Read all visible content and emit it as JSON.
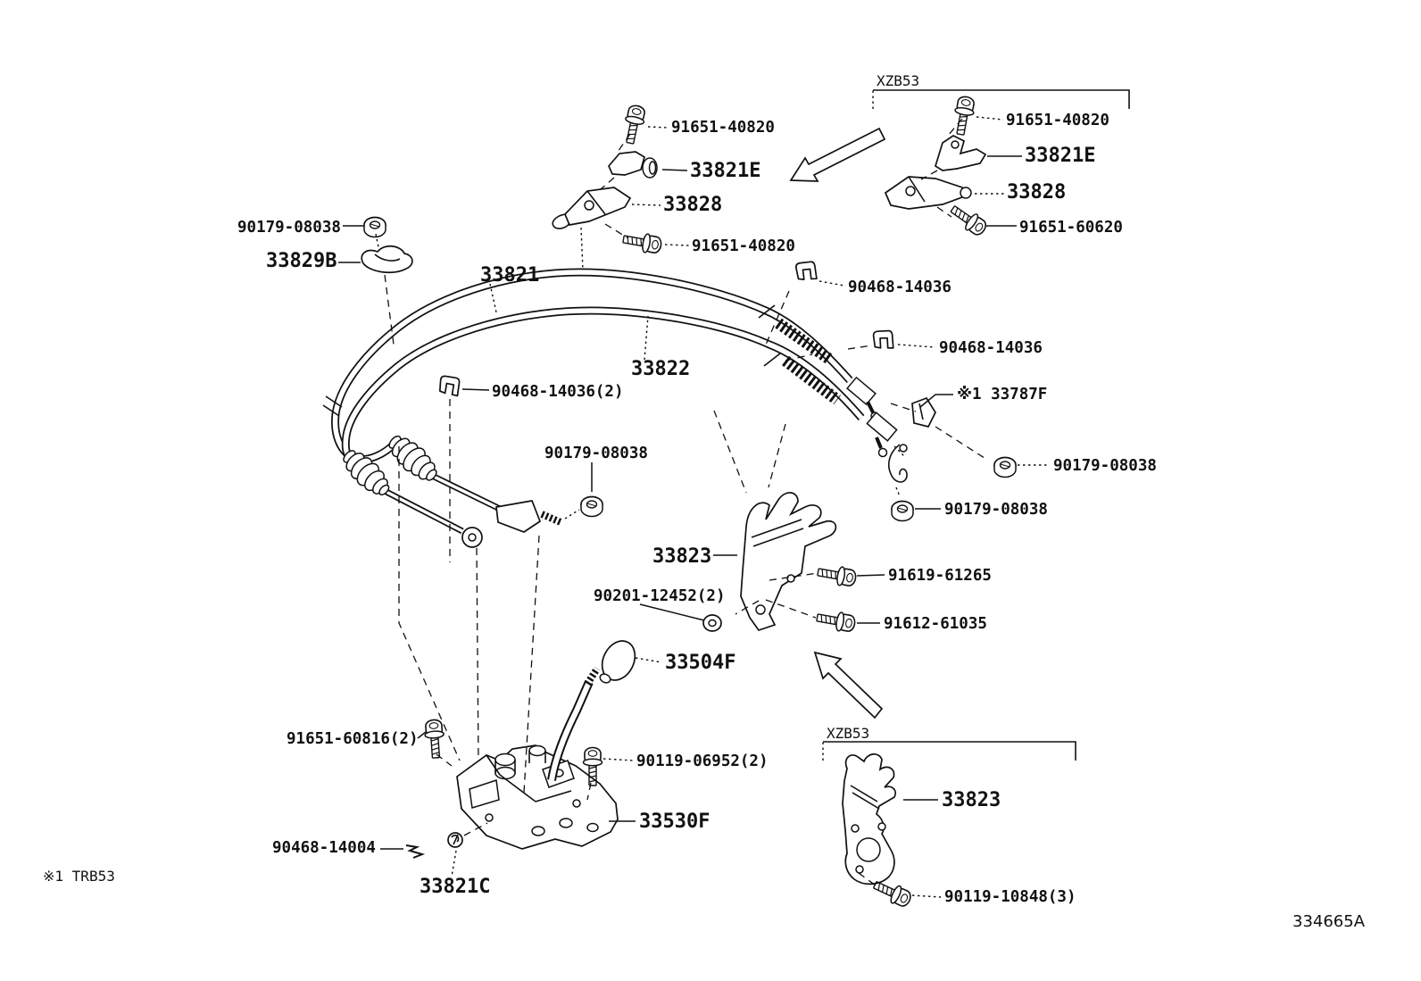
{
  "diagram_type": "exploded-parts-diagram",
  "subject": "shift lever and control cable assembly",
  "sections": {
    "top_right_variant": "XZB53",
    "bottom_right_variant": "XZB53"
  },
  "footnote": "※1 TRB53",
  "drawing_number": "334665A",
  "colors": {
    "line": "#111111",
    "background": "#ffffff"
  },
  "parts": {
    "labels": [
      {
        "id": "bolt-91651-40820-right",
        "text": "91651-40820"
      },
      {
        "id": "lever-33821E-right",
        "text": "33821E"
      },
      {
        "id": "bracket-33828-right",
        "text": "33828"
      },
      {
        "id": "bolt-91651-60620",
        "text": "91651-60620"
      },
      {
        "id": "bolt-91651-40820-top",
        "text": "91651-40820"
      },
      {
        "id": "lever-33821E",
        "text": "33821E"
      },
      {
        "id": "bracket-33828",
        "text": "33828"
      },
      {
        "id": "bolt-91651-40820-lower",
        "text": "91651-40820"
      },
      {
        "id": "nut-90179-08038-left",
        "text": "90179-08038"
      },
      {
        "id": "clamp-33829B",
        "text": "33829B"
      },
      {
        "id": "cable-33821",
        "text": "33821"
      },
      {
        "id": "cable-33822",
        "text": "33822"
      },
      {
        "id": "clip-90468-14036-a",
        "text": "90468-14036"
      },
      {
        "id": "clip-90468-14036-b",
        "text": "90468-14036"
      },
      {
        "id": "part-33787F",
        "text": "※1 33787F"
      },
      {
        "id": "nut-90179-08038-right-a",
        "text": "90179-08038"
      },
      {
        "id": "nut-90179-08038-right-b",
        "text": "90179-08038"
      },
      {
        "id": "clip-90468-14036-2",
        "text": "90468-14036(2)"
      },
      {
        "id": "nut-90179-08038-mid",
        "text": "90179-08038"
      },
      {
        "id": "bracket-33823",
        "text": "33823"
      },
      {
        "id": "washer-90201-12452",
        "text": "90201-12452(2)"
      },
      {
        "id": "bolt-91619-61265",
        "text": "91619-61265"
      },
      {
        "id": "bolt-91612-61035",
        "text": "91612-61035"
      },
      {
        "id": "knob-33504F",
        "text": "33504F"
      },
      {
        "id": "bolt-91651-60816",
        "text": "91651-60816(2)"
      },
      {
        "id": "bolt-90119-06952",
        "text": "90119-06952(2)"
      },
      {
        "id": "unit-33530F",
        "text": "33530F"
      },
      {
        "id": "clip-90468-14004",
        "text": "90468-14004"
      },
      {
        "id": "grommet-33821C",
        "text": "33821C"
      },
      {
        "id": "bracket-33823-xzb53",
        "text": "33823"
      },
      {
        "id": "bolt-90119-10848",
        "text": "90119-10848(3)"
      }
    ]
  }
}
